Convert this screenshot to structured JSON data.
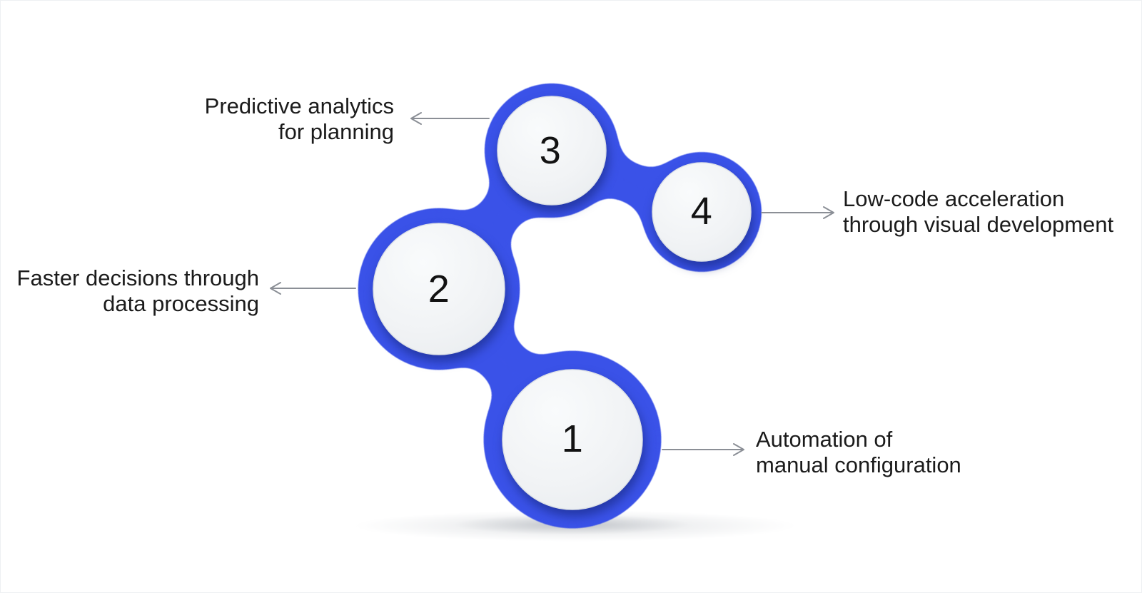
{
  "diagram": {
    "type": "process-infographic",
    "steps": [
      {
        "number": "1",
        "label_lines": [
          "Automation of",
          "manual configuration"
        ],
        "label_side": "right"
      },
      {
        "number": "2",
        "label_lines": [
          "Faster decisions through",
          "data processing"
        ],
        "label_side": "left"
      },
      {
        "number": "3",
        "label_lines": [
          "Predictive analytics",
          "for planning"
        ],
        "label_side": "left"
      },
      {
        "number": "4",
        "label_lines": [
          "Low-code acceleration",
          "through visual development"
        ],
        "label_side": "right"
      }
    ],
    "colors": {
      "blob_blue": "#3a52e8",
      "node_fill": "#f1f3f5",
      "node_shadow": "#0e1d66",
      "arrow_gray": "#8b8f96",
      "text_dark": "#1b1b1b",
      "ground_shadow_gray": "#9aa0a8",
      "background": "#ffffff"
    }
  }
}
